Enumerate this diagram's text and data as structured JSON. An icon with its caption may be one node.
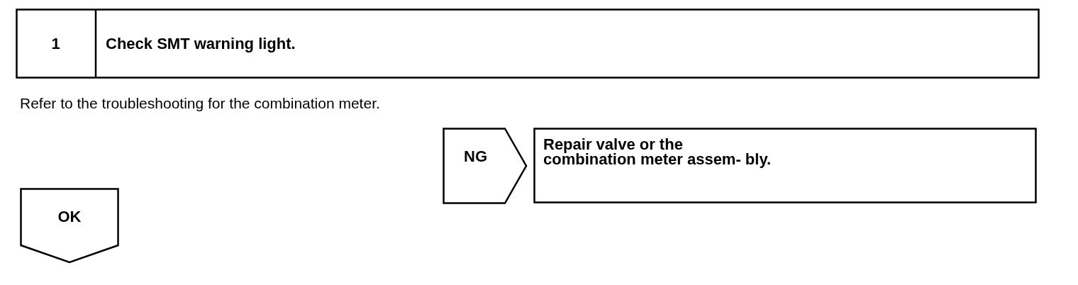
{
  "diagram": {
    "nodes": [
      {
        "text": [
          "1",
          "Check SMT warning light."
        ]
      },
      {
        "text": [
          "NG"
        ]
      },
      {
        "text": [
          "Repair valve or the combination meter assem- bly."
        ]
      },
      {
        "text": [
          "OK"
        ]
      }
    ],
    "labels": [
      "Refer to the troubleshooting for the combination meter."
    ]
  }
}
